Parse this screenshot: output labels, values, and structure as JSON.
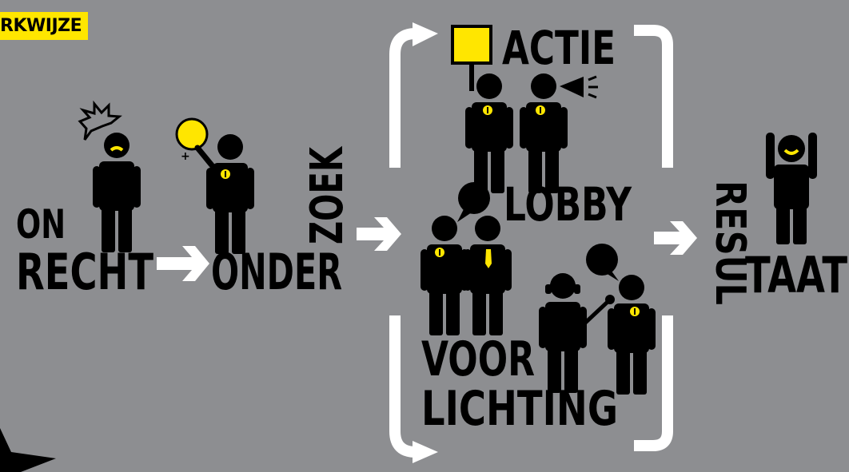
{
  "header_tag": "RKWIJZE",
  "steps": {
    "onrecht_line1": "ON",
    "onrecht_line2": "RECHT",
    "onderzoek_line1": "ONDER",
    "onderzoek_line2": "ZOEK",
    "actie": "ACTIE",
    "lobby": "LOBBY",
    "voorlichting_line1": "VOOR",
    "voorlichting_line2": "LICHTING",
    "resultaat_line1": "RESUL",
    "resultaat_line2": "TAAT"
  },
  "colors": {
    "background": "#8d8e91",
    "accent": "#ffe600",
    "ink": "#000000",
    "arrow": "#ffffff"
  },
  "icons": [
    "person-icon",
    "injury-burst-icon",
    "magnifier-icon",
    "sign-icon",
    "megaphone-icon",
    "speech-bubble-icon",
    "headphones-icon",
    "microphone-icon",
    "cheering-person-icon",
    "star-icon",
    "arrow-icon",
    "bracket-icon"
  ]
}
